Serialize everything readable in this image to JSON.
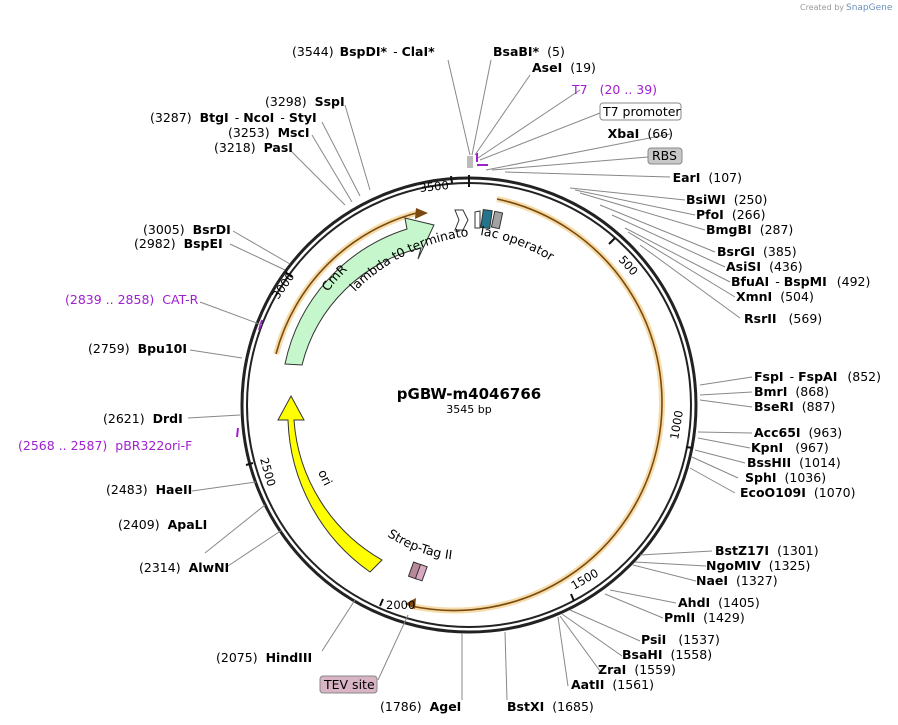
{
  "plasmid": {
    "name": "pGBW-m4046766",
    "size": "3545 bp"
  },
  "brand": {
    "created_by": "Created by",
    "app": "SnapGene"
  },
  "ticks": [
    "500",
    "1000",
    "1500",
    "2000",
    "2500",
    "3000",
    "3500"
  ],
  "features": {
    "cmr": "CmR",
    "lambda": "lambda t0 terminator",
    "lac": "lac operator",
    "ori": "ori",
    "strep": "Strep-Tag II",
    "t7_promoter": "T7 promoter",
    "rbs": "RBS",
    "tev": "TEV site"
  },
  "primers": {
    "t7": {
      "name": "T7",
      "range": "(20 .. 39)"
    },
    "catr": {
      "name": "CAT-R",
      "range": "(2839 .. 2858)"
    },
    "pbr": {
      "name": "pBR322ori-F",
      "range": "(2568 .. 2587)"
    }
  },
  "sites": {
    "bsaBI": {
      "name": "BsaBI",
      "star": "*",
      "pos": "(5)"
    },
    "aseI": {
      "name": "AseI",
      "pos": "(19)"
    },
    "xbaI": {
      "name": "XbaI",
      "pos": "(66)"
    },
    "earI": {
      "name": "EarI",
      "pos": "(107)"
    },
    "bsiWI": {
      "name": "BsiWI",
      "pos": "(250)"
    },
    "pfoI": {
      "name": "PfoI",
      "pos": "(266)"
    },
    "bmgBI": {
      "name": "BmgBI",
      "pos": "(287)"
    },
    "bsrGI": {
      "name": "BsrGI",
      "pos": "(385)"
    },
    "asiSI": {
      "name": "AsiSI",
      "pos": "(436)"
    },
    "bfuAI": {
      "name": "BfuAI",
      "sep": "-",
      "name2": "BspMI",
      "pos": "(492)"
    },
    "xmnI": {
      "name": "XmnI",
      "pos": "(504)"
    },
    "rsrII": {
      "name": "RsrII",
      "pos": "(569)"
    },
    "fspI": {
      "name": "FspI",
      "sep": "-",
      "name2": "FspAI",
      "pos": "(852)"
    },
    "bmrI": {
      "name": "BmrI",
      "pos": "(868)"
    },
    "bseRI": {
      "name": "BseRI",
      "pos": "(887)"
    },
    "acc65I": {
      "name": "Acc65I",
      "pos": "(963)"
    },
    "kpnI": {
      "name": "KpnI",
      "pos": "(967)"
    },
    "bssHII": {
      "name": "BssHII",
      "pos": "(1014)"
    },
    "sphI": {
      "name": "SphI",
      "pos": "(1036)"
    },
    "ecoO109I": {
      "name": "EcoO109I",
      "pos": "(1070)"
    },
    "bstZ17I": {
      "name": "BstZ17I",
      "pos": "(1301)"
    },
    "ngoMIV": {
      "name": "NgoMIV",
      "pos": "(1325)"
    },
    "naeI": {
      "name": "NaeI",
      "pos": "(1327)"
    },
    "ahdI": {
      "name": "AhdI",
      "pos": "(1405)"
    },
    "pmlI": {
      "name": "PmlI",
      "pos": "(1429)"
    },
    "psiI": {
      "name": "PsiI",
      "pos": "(1537)"
    },
    "bsaHI": {
      "name": "BsaHI",
      "pos": "(1558)"
    },
    "zraI": {
      "name": "ZraI",
      "pos": "(1559)"
    },
    "aatII": {
      "name": "AatII",
      "pos": "(1561)"
    },
    "bstXI": {
      "name": "BstXI",
      "pos": "(1685)"
    },
    "ageI": {
      "name": "AgeI",
      "pos": "(1786)"
    },
    "hindIII": {
      "name": "HindIII",
      "pos": "(2075)"
    },
    "alwNI": {
      "name": "AlwNI",
      "pos": "(2314)"
    },
    "apaLI": {
      "name": "ApaLI",
      "pos": "(2409)"
    },
    "haeII": {
      "name": "HaeII",
      "pos": "(2483)"
    },
    "drdI": {
      "name": "DrdI",
      "pos": "(2621)"
    },
    "bpu10I": {
      "name": "Bpu10I",
      "pos": "(2759)"
    },
    "bspEI": {
      "name": "BspEI",
      "pos": "(2982)"
    },
    "bsrDI": {
      "name": "BsrDI",
      "pos": "(3005)"
    },
    "pasI": {
      "name": "PasI",
      "pos": "(3218)"
    },
    "mscI": {
      "name": "MscI",
      "pos": "(3253)"
    },
    "btgI": {
      "name": "BtgI",
      "sep": "-",
      "name2": "NcoI",
      "sep2": "-",
      "name3": "StyI",
      "pos": "(3287)"
    },
    "sspI": {
      "name": "SspI",
      "pos": "(3298)"
    },
    "bspDI": {
      "name": "BspDI",
      "star": "*",
      "sep": "-",
      "name2": "ClaI",
      "star2": "*",
      "pos": "(3544)"
    }
  },
  "colors": {
    "cmr": "#c6f7cc",
    "ori": "#ffff00",
    "orf": "#e8a33c",
    "lac": "#24758c",
    "primer": "#a020d0",
    "strep": "#b9899a"
  }
}
